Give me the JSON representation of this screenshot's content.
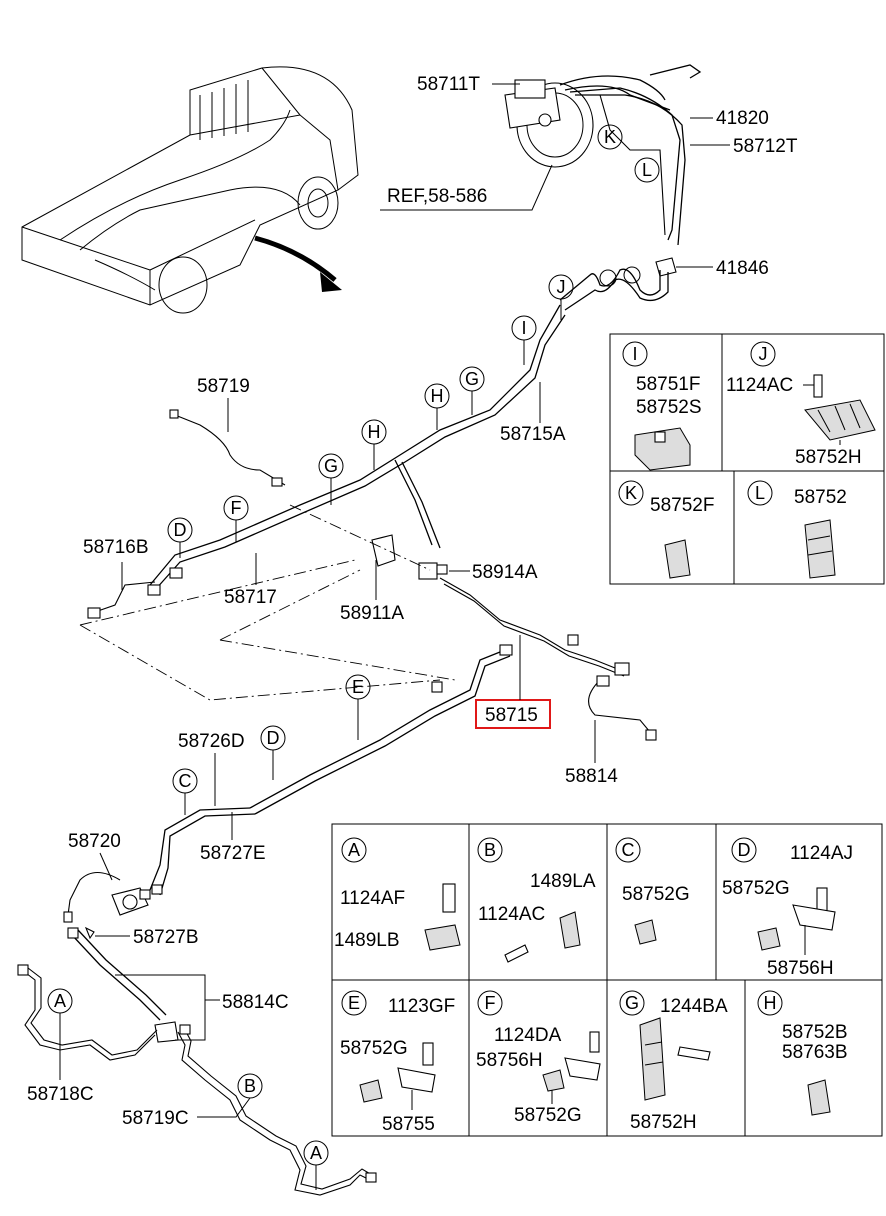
{
  "labels": {
    "p58711T": "58711T",
    "p41820": "41820",
    "p58712T": "58712T",
    "ref": "REF,58-586",
    "p41846": "41846",
    "p58719": "58719",
    "p58715A": "58715A",
    "p58716B": "58716B",
    "p58717": "58717",
    "p58911A": "58911A",
    "p58914A": "58914A",
    "p58715": "58715",
    "p58814": "58814",
    "p58726D": "58726D",
    "p58727E": "58727E",
    "p58720": "58720",
    "p58727B": "58727B",
    "p58814C": "58814C",
    "p58718C": "58718C",
    "p58719C": "58719C"
  },
  "callouts": {
    "A": "A",
    "B": "B",
    "C": "C",
    "D": "D",
    "E": "E",
    "F": "F",
    "G": "G",
    "H": "H",
    "I": "I",
    "J": "J",
    "K": "K",
    "L": "L"
  },
  "clip_table_top": {
    "I": {
      "letter": "I",
      "parts": [
        "58751F",
        "58752S"
      ]
    },
    "J": {
      "letter": "J",
      "parts": [
        "1124AC",
        "58752H"
      ]
    },
    "K": {
      "letter": "K",
      "parts": [
        "58752F"
      ]
    },
    "L": {
      "letter": "L",
      "parts": [
        "58752"
      ]
    }
  },
  "clip_table_bottom": {
    "A": {
      "letter": "A",
      "parts": [
        "1124AF",
        "1489LB"
      ]
    },
    "B": {
      "letter": "B",
      "parts": [
        "1489LA",
        "1124AC"
      ]
    },
    "C": {
      "letter": "C",
      "parts": [
        "58752G"
      ]
    },
    "D": {
      "letter": "D",
      "parts": [
        "1124AJ",
        "58752G",
        "58756H"
      ]
    },
    "E": {
      "letter": "E",
      "parts": [
        "1123GF",
        "58752G",
        "58755"
      ]
    },
    "F": {
      "letter": "F",
      "parts": [
        "1124DA",
        "58756H",
        "58752G"
      ]
    },
    "G": {
      "letter": "G",
      "parts": [
        "1244BA",
        "58752H"
      ]
    },
    "H": {
      "letter": "H",
      "parts": [
        "58752B",
        "58763B"
      ]
    }
  },
  "colors": {
    "line": "#000000",
    "highlight": "#e01818",
    "background": "#ffffff"
  }
}
